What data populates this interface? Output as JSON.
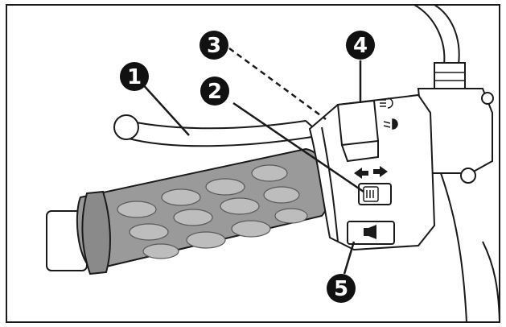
{
  "diagram": {
    "callouts": [
      {
        "number": "1",
        "part": "lever"
      },
      {
        "number": "2",
        "part": "turn-signal-switch"
      },
      {
        "number": "3",
        "part": "switch-housing"
      },
      {
        "number": "4",
        "part": "headlight-dimmer-switch"
      },
      {
        "number": "5",
        "part": "horn-button"
      }
    ],
    "colors": {
      "line": "#1a1a1a",
      "grip": "#9a9a9a",
      "grip_dark": "#7c7c7c",
      "body": "#ffffff",
      "callout": "#111111"
    },
    "icons": [
      "turn-left-arrow-icon",
      "turn-right-arrow-icon",
      "high-beam-icon",
      "low-beam-icon",
      "horn-icon"
    ]
  }
}
